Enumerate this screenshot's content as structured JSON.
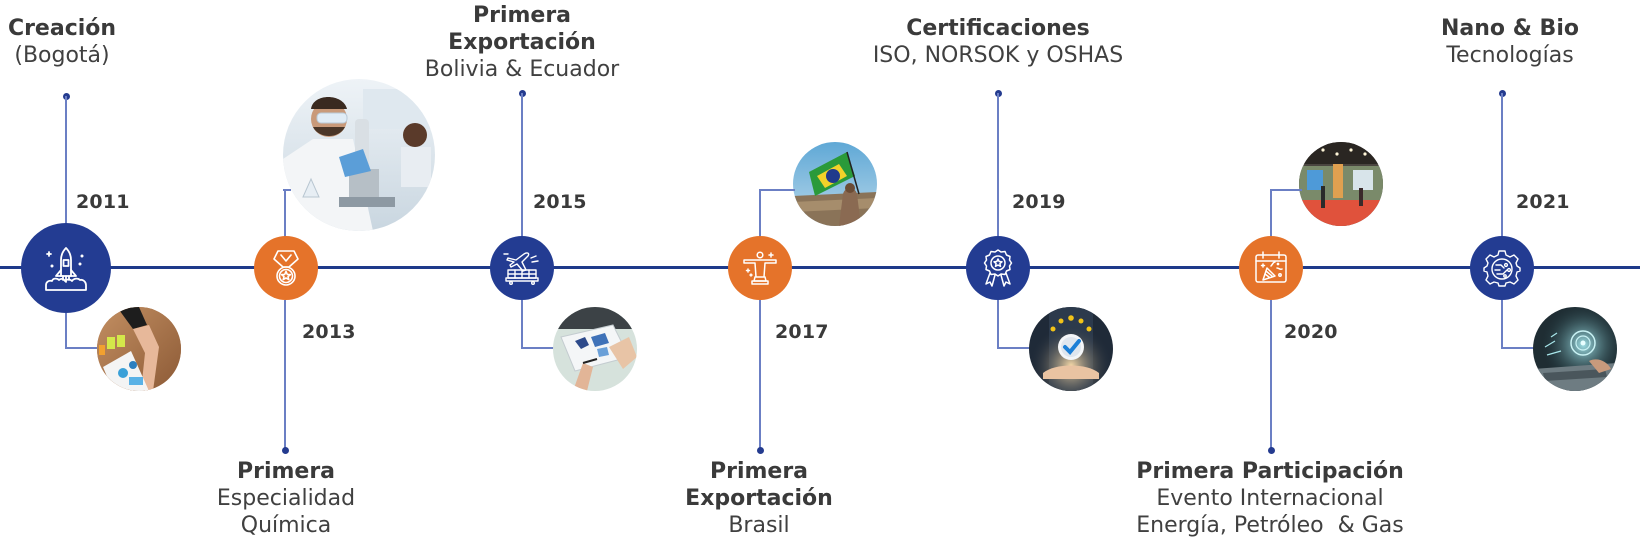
{
  "timeline": {
    "colors": {
      "axis": "#1e3a8a",
      "blue_node": "#233c92",
      "orange_node": "#e5732a",
      "connector": "#6b7fc4",
      "text": "#404040"
    },
    "milestones": [
      {
        "year": "2011",
        "title": "Creación",
        "subtitle_lines": [
          "(Bogotá)"
        ],
        "icon": "rocket-launch-icon",
        "node_color": "blue",
        "photo": "handshake-business-photo"
      },
      {
        "year": "2013",
        "title": "Primera",
        "subtitle_lines": [
          "Especialidad",
          "Química"
        ],
        "icon": "medal-icon",
        "node_color": "orange",
        "photo": "lab-scientist-microscope-photo"
      },
      {
        "year": "2015",
        "title": "Primera Exportación",
        "title_lines": [
          "Primera",
          "Exportación"
        ],
        "subtitle_lines": [
          "Bolivia & Ecuador"
        ],
        "icon": "airplane-cargo-icon",
        "node_color": "blue",
        "photo": "tablet-world-map-photo"
      },
      {
        "year": "2017",
        "title": "Primera Exportación",
        "title_lines": [
          "Primera",
          "Exportación"
        ],
        "subtitle_lines": [
          "Brasil"
        ],
        "icon": "christ-redeemer-icon",
        "node_color": "orange",
        "photo": "brazil-flag-photo"
      },
      {
        "year": "2019",
        "title": "Certificaciones",
        "subtitle_lines": [
          "ISO, NORSOK y OSHAS"
        ],
        "icon": "award-ribbon-icon",
        "node_color": "blue",
        "photo": "quality-certification-photo"
      },
      {
        "year": "2020",
        "title": "Primera Participación",
        "subtitle_lines": [
          "Evento Internacional",
          "Energía, Petróleo  & Gas"
        ],
        "icon": "calendar-celebration-icon",
        "node_color": "orange",
        "photo": "trade-fair-photo"
      },
      {
        "year": "2021",
        "title": "Nano & Bio",
        "subtitle_lines": [
          "Tecnologías"
        ],
        "icon": "gear-circuit-icon",
        "node_color": "blue",
        "photo": "tech-laptop-photo"
      }
    ]
  }
}
